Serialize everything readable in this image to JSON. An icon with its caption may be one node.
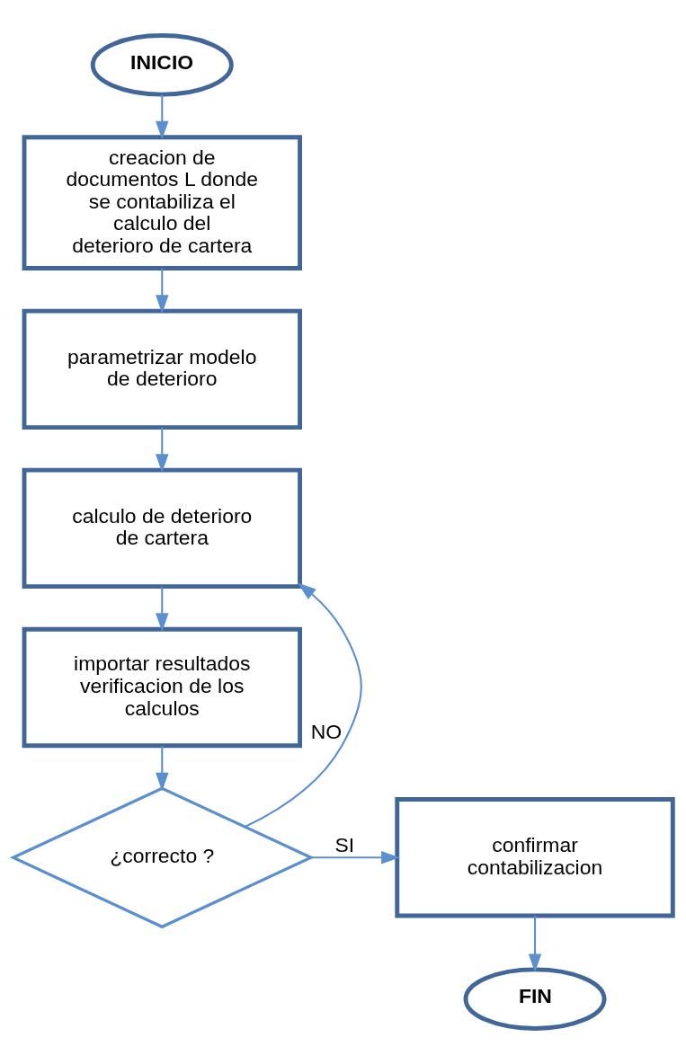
{
  "diagram": {
    "nodes": [
      {
        "text": [
          "INICIO"
        ]
      },
      {
        "text": [
          "creacion de documentos L donde se contabiliza el calculo del deterioro de cartera"
        ]
      },
      {
        "text": [
          "parametrizar modelo de deterioro"
        ]
      },
      {
        "text": [
          "calculo de deterioro de cartera"
        ]
      },
      {
        "text": [
          "importar resultados verificacion de los calculos"
        ]
      },
      {
        "text": [
          "¿correcto ?"
        ]
      },
      {
        "text": [
          "confirmar contabilizacion"
        ]
      },
      {
        "text": [
          "FIN"
        ]
      }
    ],
    "edges": [
      {
        "from": 0,
        "to": 1,
        "arrow": "to"
      },
      {
        "from": 1,
        "to": 2,
        "arrow": "to"
      },
      {
        "from": 2,
        "to": 3,
        "arrow": "to"
      },
      {
        "from": 3,
        "to": 4,
        "arrow": "to"
      },
      {
        "from": 4,
        "to": 5,
        "arrow": "to"
      },
      {
        "from": 5,
        "to": 3,
        "label": "NO",
        "arrow": "to"
      },
      {
        "from": 5,
        "to": 6,
        "label": "SI",
        "arrow": "to"
      },
      {
        "from": 6,
        "to": 7,
        "arrow": "to"
      }
    ]
  }
}
